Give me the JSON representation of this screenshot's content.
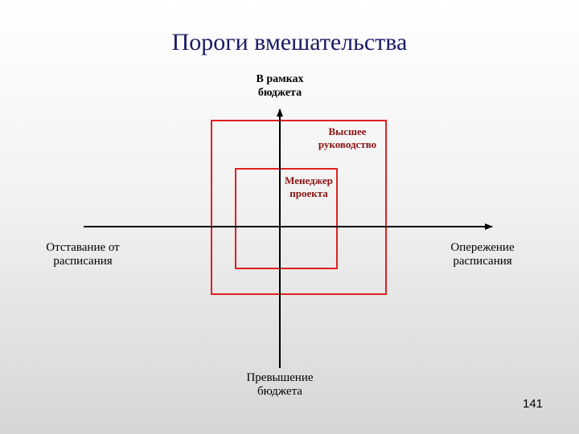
{
  "slide": {
    "title": "Пороги вмешательства",
    "page_number": "141"
  },
  "axes": {
    "top": "В рамках\nбюджета",
    "bottom": "Превышение\nбюджета",
    "left": "Отставание от\nрасписания",
    "right": "Опережение\nрасписания"
  },
  "zones": {
    "outer": "Высшее\nруководство",
    "inner": "Менеджер\nпроекта"
  },
  "colors": {
    "zone_border": "#e02020",
    "axis": "#000000",
    "title": "#1a1a66",
    "zone_text": "#8b1010"
  }
}
